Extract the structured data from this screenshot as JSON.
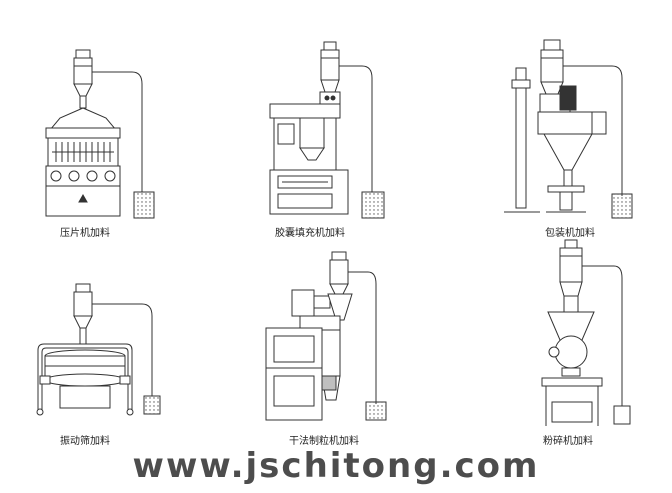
{
  "machines": [
    {
      "caption": "压片机加料",
      "icon": "tablet-press"
    },
    {
      "caption": "胶囊填充机加料",
      "icon": "capsule-filling-machine"
    },
    {
      "caption": "包装机加料",
      "icon": "packaging-machine"
    },
    {
      "caption": "振动筛加料",
      "icon": "vibrating-sieve"
    },
    {
      "caption": "干法制粒机加料",
      "icon": "dry-granulator"
    },
    {
      "caption": "粉碎机加料",
      "icon": "pulverizer"
    }
  ],
  "website": "www.jschitong.com",
  "colors": {
    "line": "#333333",
    "website_text": "#4d4d4d",
    "background": "#ffffff"
  }
}
